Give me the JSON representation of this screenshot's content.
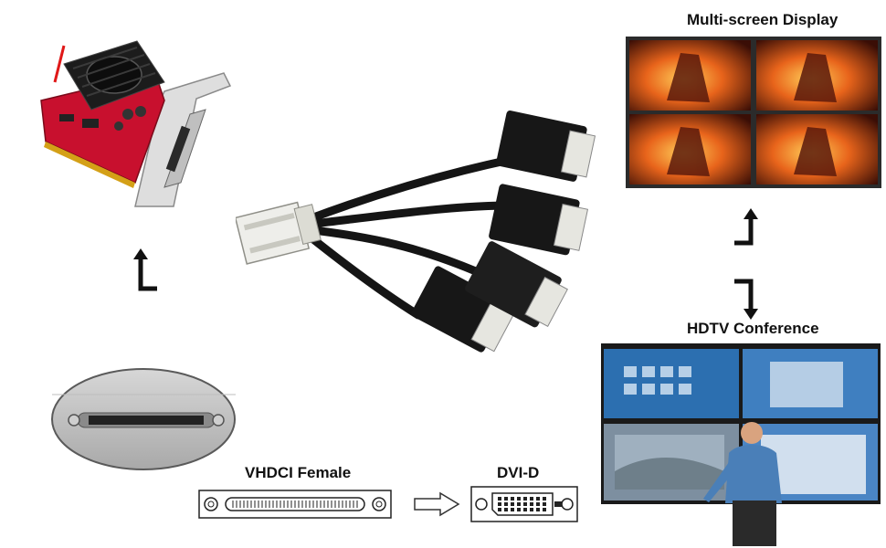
{
  "labels": {
    "multi_screen": "Multi-screen Display",
    "hdtv": "HDTV Conference",
    "vhdci": "VHDCI Female",
    "dvi": "DVI-D"
  },
  "colors": {
    "pcb_red": "#c8102e",
    "bracket_silver": "#d9d9d9",
    "cable_black": "#151515",
    "connector_white": "#eeeeea",
    "fire_orange": "#e8641b",
    "screen_blue": "#2c6fb0"
  },
  "icons": {
    "up_arrow": "elbow-up-arrow",
    "down_arrow": "elbow-down-arrow",
    "right_arrow": "hollow-right-arrow"
  }
}
